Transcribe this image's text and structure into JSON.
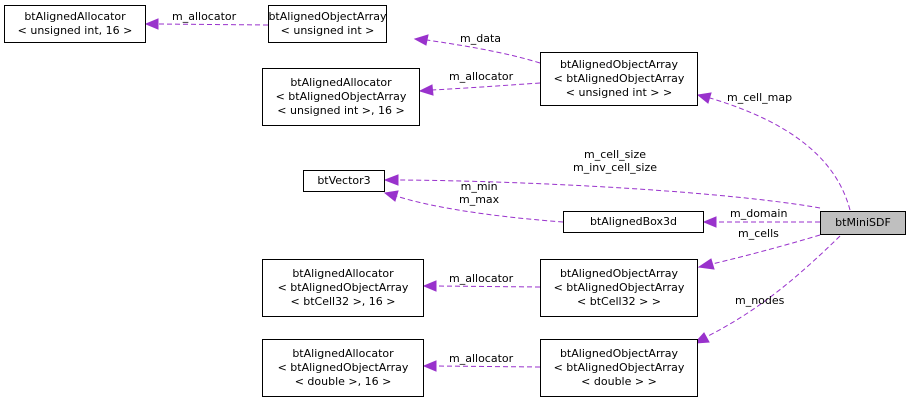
{
  "colors": {
    "edge": "#9932cc",
    "node_border": "#000000",
    "highlight_fill": "#bfbfbf"
  },
  "nodes": {
    "alloc_uint": [
      "btAlignedAllocator",
      "< unsigned int, 16 >"
    ],
    "arr_uint": [
      "btAlignedObjectArray",
      "< unsigned int >"
    ],
    "alloc_arr_uint": [
      "btAlignedAllocator",
      "< btAlignedObjectArray",
      "< unsigned int >, 16 >"
    ],
    "arr_arr_uint": [
      "btAlignedObjectArray",
      "< btAlignedObjectArray",
      "< unsigned int > >"
    ],
    "vector3": [
      "btVector3"
    ],
    "box3d": [
      "btAlignedBox3d"
    ],
    "minisdf": [
      "btMiniSDF"
    ],
    "alloc_cell": [
      "btAlignedAllocator",
      "< btAlignedObjectArray",
      "< btCell32 >, 16 >"
    ],
    "arr_cell": [
      "btAlignedObjectArray",
      "< btAlignedObjectArray",
      "< btCell32 > >"
    ],
    "alloc_double": [
      "btAlignedAllocator",
      "< btAlignedObjectArray",
      "< double >, 16 >"
    ],
    "arr_double": [
      "btAlignedObjectArray",
      "< btAlignedObjectArray",
      "< double > >"
    ]
  },
  "edge_labels": {
    "alloc_uint": [
      "m_allocator"
    ],
    "data": [
      "m_data"
    ],
    "alloc_arr_uint": [
      "m_allocator"
    ],
    "cell_map": [
      "m_cell_map"
    ],
    "cell_size": [
      "m_cell_size",
      "m_inv_cell_size"
    ],
    "minmax": [
      "m_min",
      "m_max"
    ],
    "domain": [
      "m_domain"
    ],
    "cells": [
      "m_cells"
    ],
    "alloc_cell": [
      "m_allocator"
    ],
    "nodes": [
      "m_nodes"
    ],
    "alloc_double": [
      "m_allocator"
    ]
  }
}
